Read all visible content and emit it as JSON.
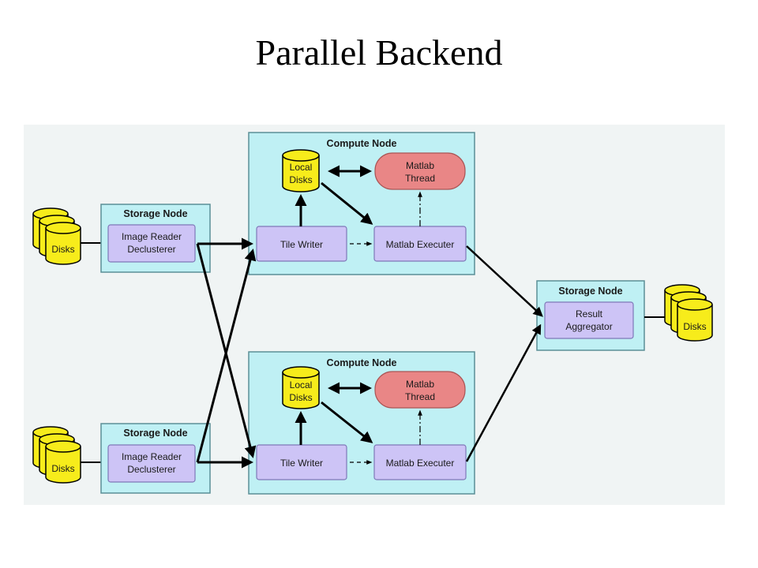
{
  "title": "Parallel Backend",
  "colors": {
    "node_fill": "#bff0f4",
    "node_stroke": "#5b8f96",
    "process_fill": "#cdc4f6",
    "process_stroke": "#7f78b8",
    "disk_fill": "#f7ec1b",
    "thread_fill": "#e98686",
    "canvas_bg": "#f0f4f4"
  },
  "storage_top": {
    "header": "Storage Node",
    "process_line1": "Image Reader",
    "process_line2": "Declusterer",
    "disks": "Disks"
  },
  "storage_bottom": {
    "header": "Storage Node",
    "process_line1": "Image Reader",
    "process_line2": "Declusterer",
    "disks": "Disks"
  },
  "compute_top": {
    "header": "Compute Node",
    "local_line1": "Local",
    "local_line2": "Disks",
    "thread_line1": "Matlab",
    "thread_line2": "Thread",
    "tile_writer": "Tile Writer",
    "executer": "Matlab Executer"
  },
  "compute_bottom": {
    "header": "Compute Node",
    "local_line1": "Local",
    "local_line2": "Disks",
    "thread_line1": "Matlab",
    "thread_line2": "Thread",
    "tile_writer": "Tile Writer",
    "executer": "Matlab Executer"
  },
  "result_storage": {
    "header": "Storage Node",
    "process_line1": "Result",
    "process_line2": "Aggregator",
    "disks": "Disks"
  }
}
